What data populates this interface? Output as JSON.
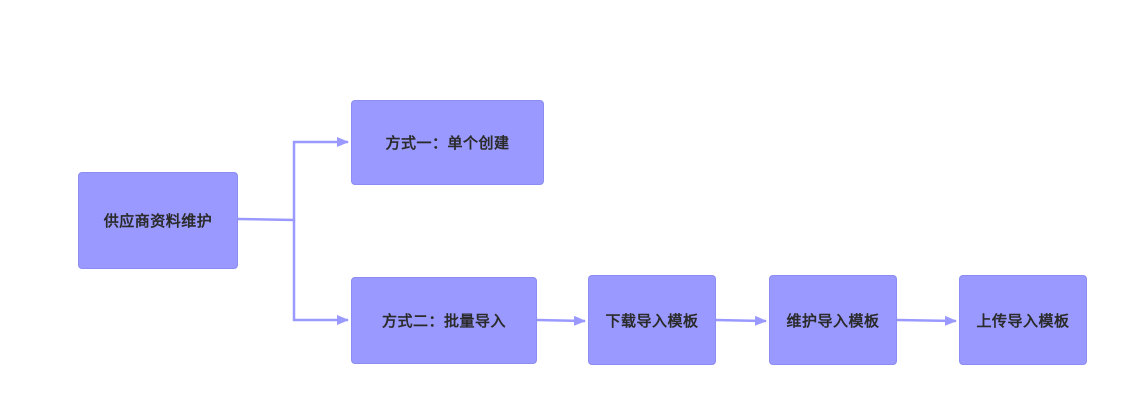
{
  "colors": {
    "node_fill": "#9a99ff",
    "node_border": "#8c8cf2",
    "connector": "#9a99ff",
    "text": "#2b2b2b"
  },
  "nodes": {
    "root": {
      "label": "供应商资料维护"
    },
    "single": {
      "label": "方式一：单个创建"
    },
    "batch": {
      "label": "方式二：批量导入"
    },
    "download_template": {
      "label": "下载导入模板"
    },
    "edit_template": {
      "label": "维护导入模板"
    },
    "upload_template": {
      "label": "上传导入模板"
    }
  },
  "edges": [
    {
      "from": "root",
      "to": "single"
    },
    {
      "from": "root",
      "to": "batch"
    },
    {
      "from": "batch",
      "to": "download_template"
    },
    {
      "from": "download_template",
      "to": "edit_template"
    },
    {
      "from": "edit_template",
      "to": "upload_template"
    }
  ]
}
